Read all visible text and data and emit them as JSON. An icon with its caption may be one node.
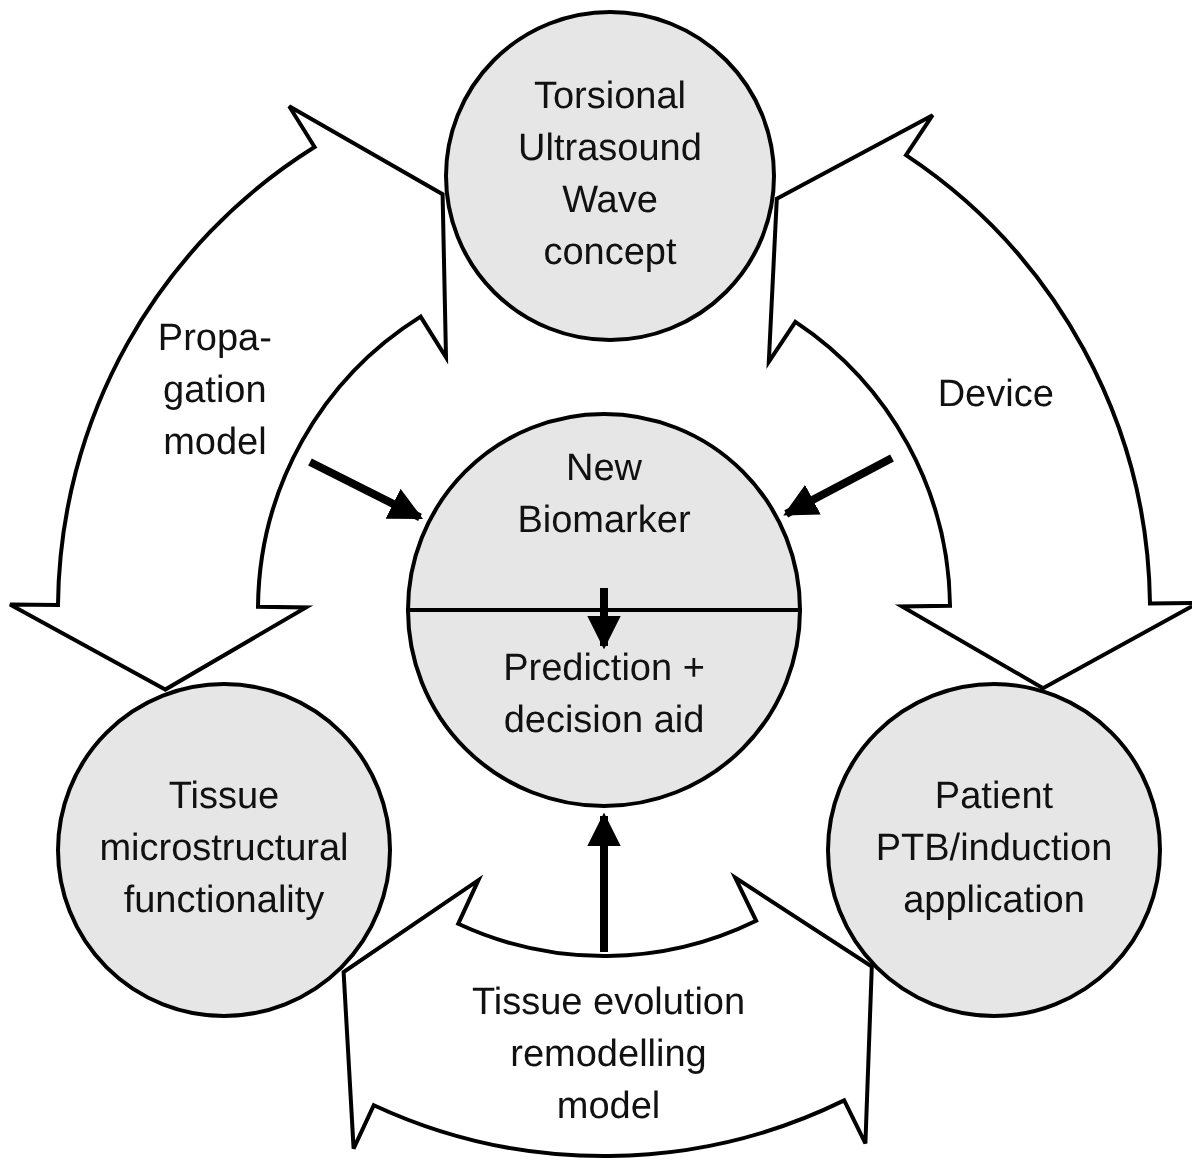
{
  "diagram": {
    "nodes": [
      {
        "text": [
          "Torsional Ultrasound Wave concept"
        ]
      },
      {
        "text": [
          "New Biomarker"
        ]
      },
      {
        "text": [
          "Prediction + decision aid"
        ]
      },
      {
        "text": [
          "Tissue microstructural functionality"
        ]
      },
      {
        "text": [
          "Patient PTB/induction application"
        ]
      }
    ],
    "edges": [
      {
        "from": 3,
        "to": 0,
        "arrow": "both",
        "label": "Propa- gation model",
        "style": "thick"
      },
      {
        "from": 0,
        "to": 4,
        "arrow": "both",
        "label": "Device",
        "style": "thick"
      },
      {
        "from": 3,
        "to": 4,
        "arrow": "both",
        "label": "Tissue evolution remodelling model",
        "style": "thick"
      },
      {
        "from": null,
        "to": 1,
        "arrow": "to"
      },
      {
        "from": null,
        "to": 1,
        "arrow": "to"
      },
      {
        "from": 1,
        "to": 2,
        "arrow": "to"
      },
      {
        "from": null,
        "to": 2,
        "arrow": "to"
      }
    ]
  }
}
